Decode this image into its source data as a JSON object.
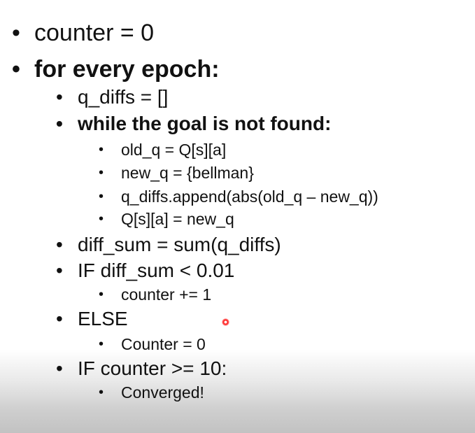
{
  "bullet_char": "•",
  "lines": {
    "counter_init": "counter = 0",
    "for_every_epoch": "for every epoch:",
    "q_diffs_init": "q_diffs = []",
    "while_goal": "while the goal is not found:",
    "old_q": "old_q = Q[s][a]",
    "new_q": "new_q = {bellman}",
    "append": "q_diffs.append(abs(old_q – new_q))",
    "assign_q": "Q[s][a] = new_q",
    "diff_sum": "diff_sum = sum(q_diffs)",
    "if_diff_sum": "IF diff_sum < 0.01",
    "counter_increment": "counter += 1",
    "else": "ELSE",
    "counter_reset": "Counter = 0",
    "if_counter": "IF counter >= 10:",
    "converged": "Converged!"
  },
  "colors": {
    "text": "#111111",
    "laser_pointer": "#ff1a1a"
  }
}
